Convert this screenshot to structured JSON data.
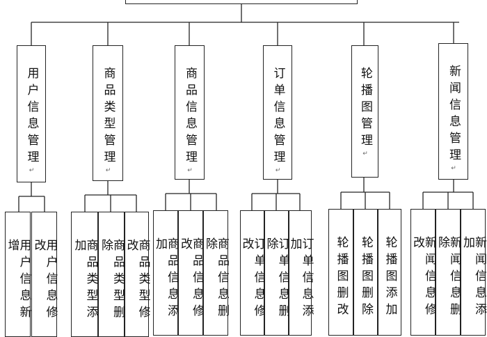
{
  "root": {
    "label": ""
  },
  "paragraph_mark": "↵",
  "modules": [
    {
      "label": "用户信息管理",
      "children": [
        "用户信息新增",
        "用户信息修改"
      ]
    },
    {
      "label": "商品类型管理",
      "children": [
        "商品类型添加",
        "商品类型删除",
        "商品类型修改"
      ]
    },
    {
      "label": "商品信息管理",
      "children": [
        "商品信息添加",
        "商品信息修改",
        "商品信息删除"
      ]
    },
    {
      "label": "订单信息管理",
      "children": [
        "订单信息修改",
        "订单信息删除",
        "订单信息添加"
      ]
    },
    {
      "label": "轮播图管理",
      "children": [
        "轮播图删改",
        "轮播图删除",
        "轮播图添加"
      ]
    },
    {
      "label": "新闻信息管理",
      "children": [
        "新闻信息修改",
        "新闻信息删除",
        "新闻信息添加"
      ]
    }
  ]
}
